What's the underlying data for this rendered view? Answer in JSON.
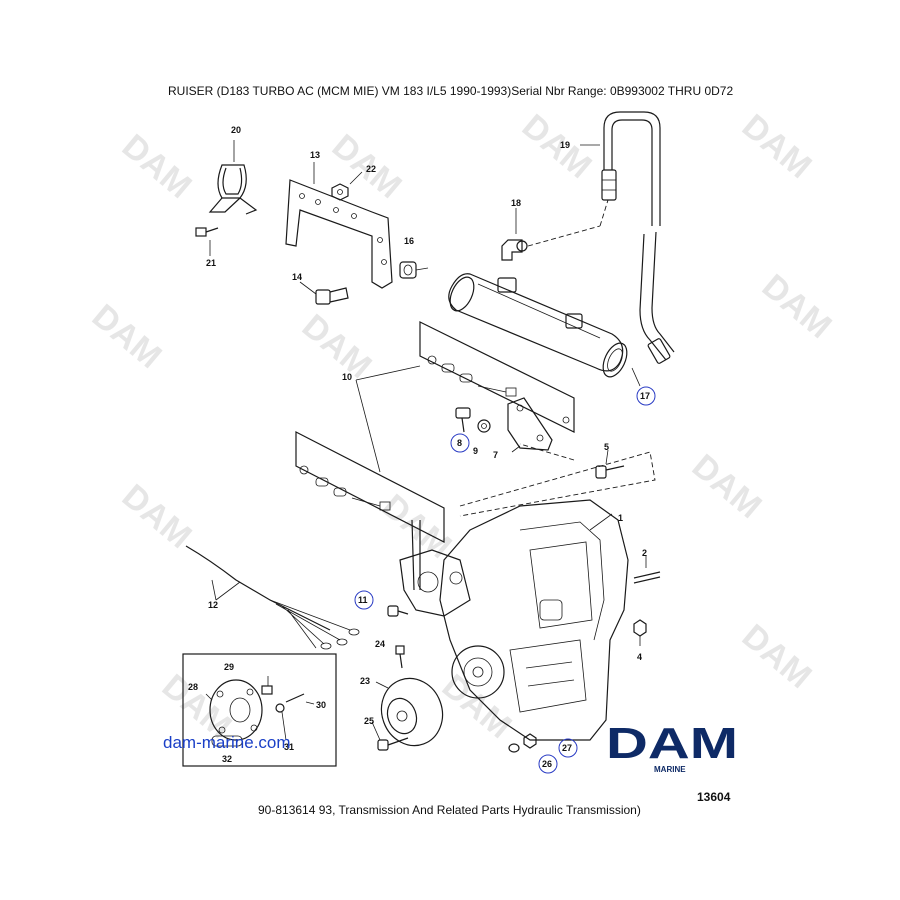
{
  "header": {
    "title": "RUISER (D183 TURBO AC (MCM  MIE) VM 183 I/L5   1990-1993)Serial Nbr Range: 0B993002 THRU 0D72"
  },
  "footer": {
    "caption": "90-813614 93, Transmission And Related Parts Hydraulic Transmission)",
    "code": "13604"
  },
  "watermark": {
    "text": "DAM",
    "site": "dam-marine.com"
  },
  "logo": {
    "name": "DAM",
    "sub": "MARINE",
    "color": "#0e2a66"
  },
  "callouts": [
    "1",
    "2",
    "4",
    "5",
    "7",
    "9",
    "10",
    "12",
    "13",
    "14",
    "16",
    "18",
    "19",
    "20",
    "21",
    "22",
    "23",
    "24",
    "25",
    "28",
    "29",
    "30",
    "31",
    "32"
  ],
  "circled_callouts": [
    "8",
    "11",
    "17",
    "26",
    "27"
  ],
  "colors": {
    "circle": "#2a3cc4",
    "link": "#1a3fc7"
  }
}
